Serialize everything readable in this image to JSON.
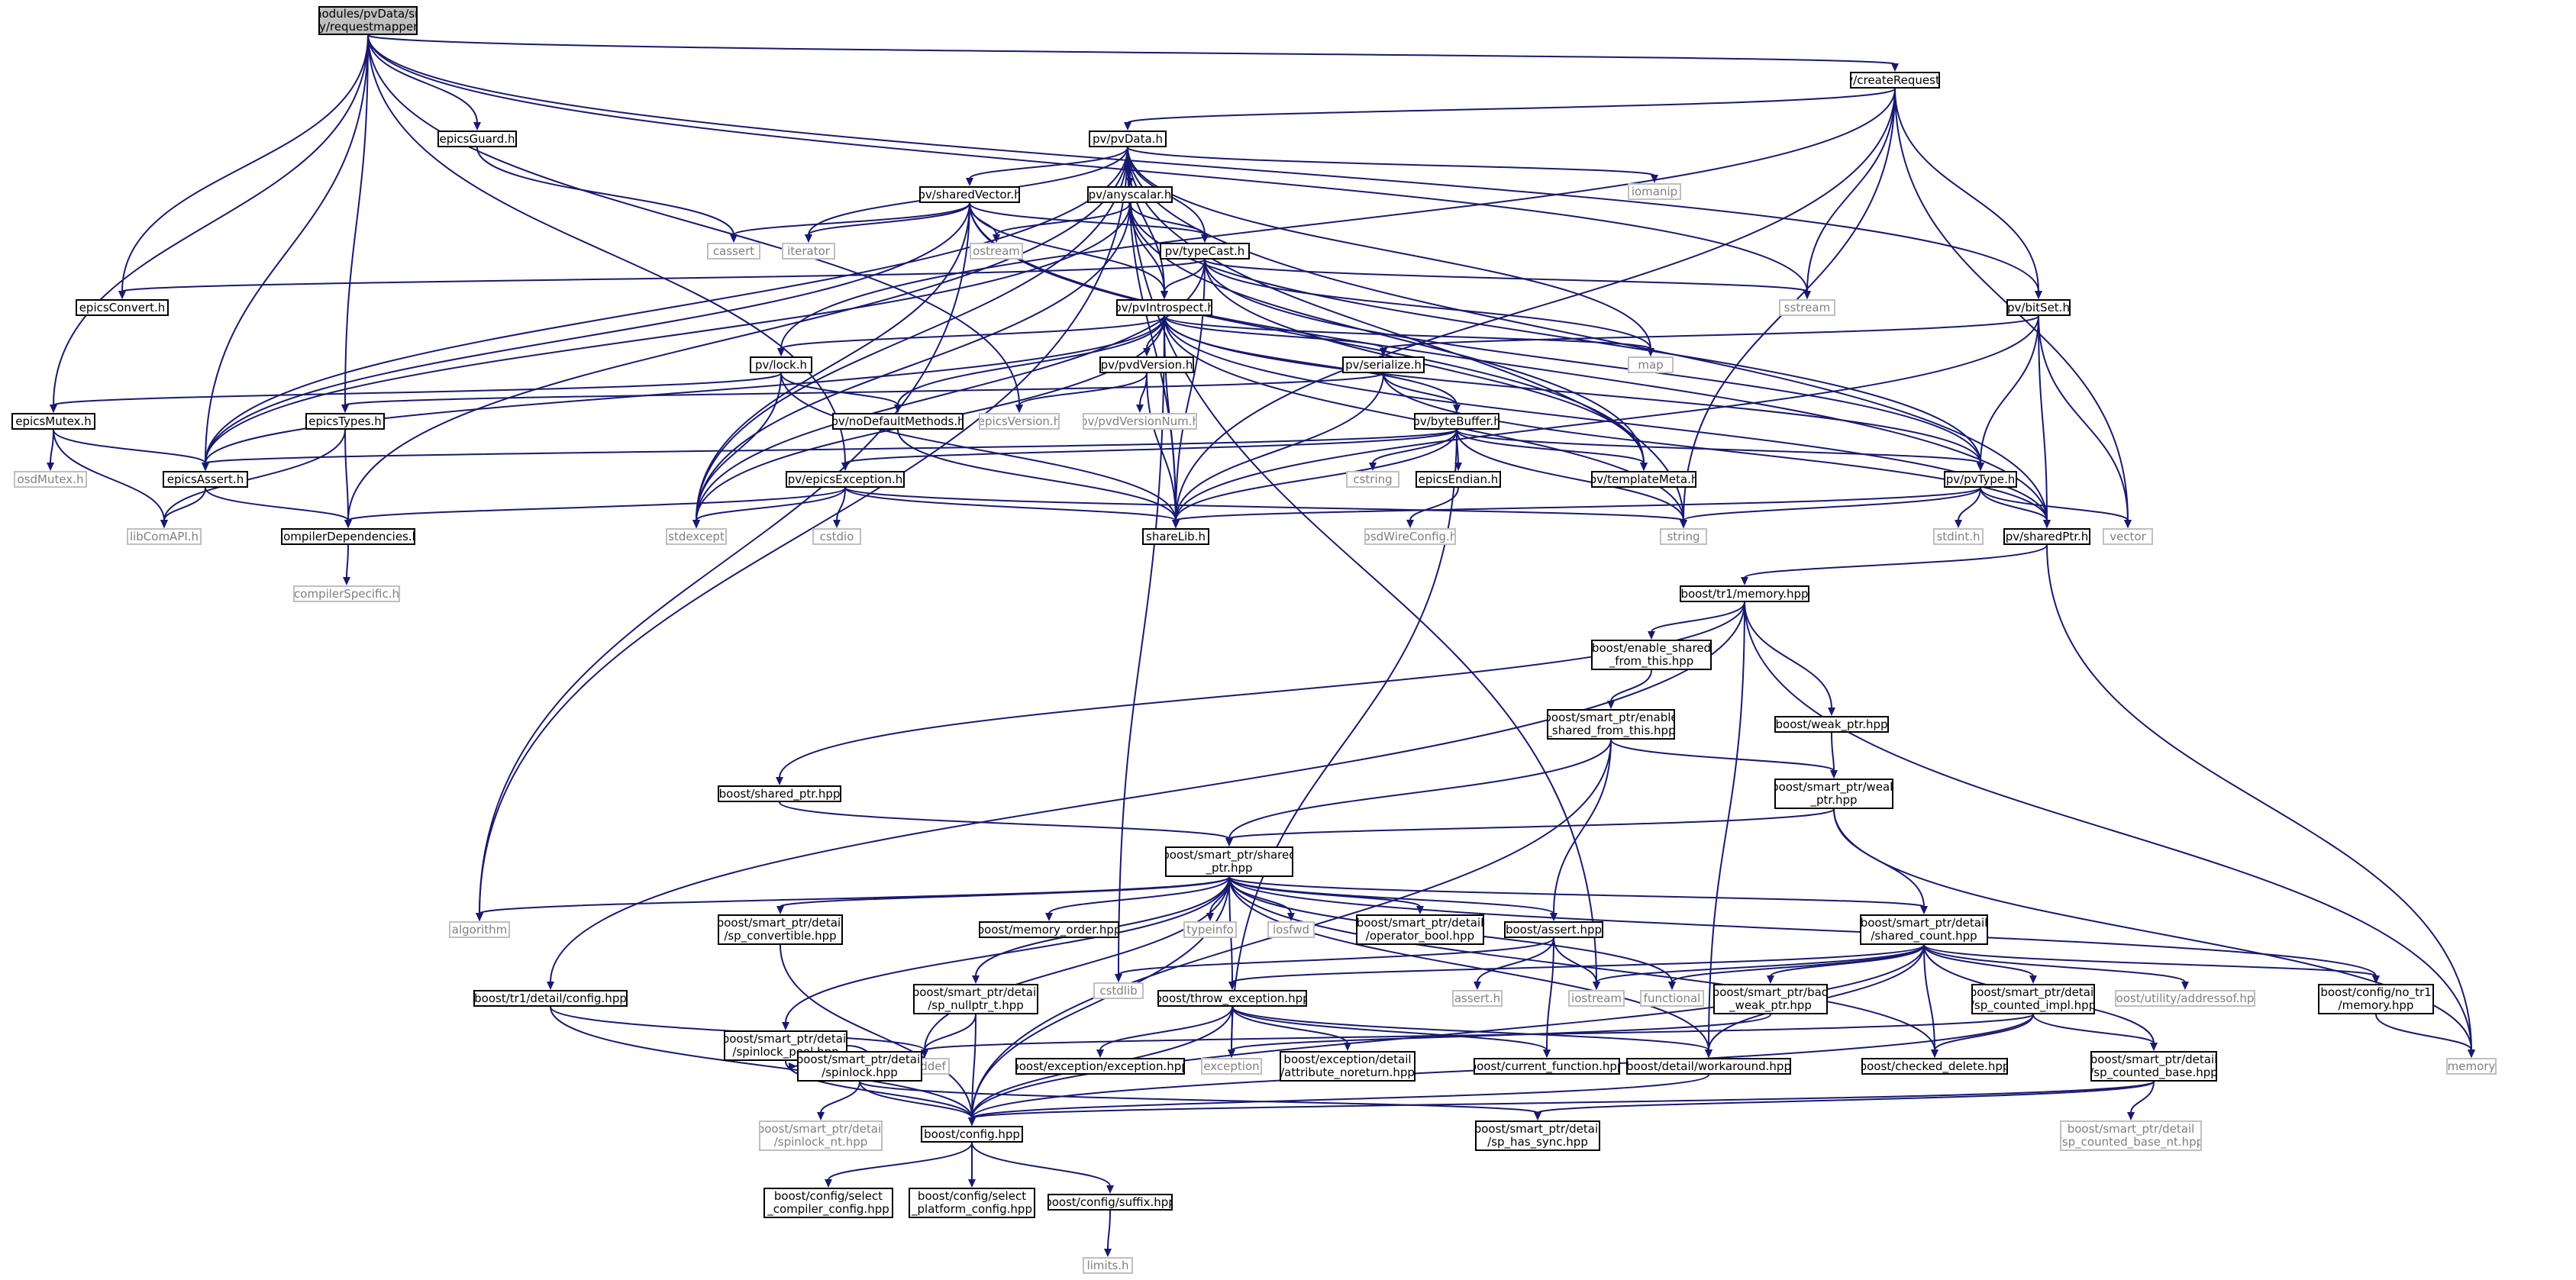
{
  "colors": {
    "edge": "#191970",
    "node_border": "#000000",
    "system_border": "#bfbfbf",
    "system_text": "#7f7f7f",
    "root_fill": "#bfbfbf"
  },
  "nodes": {
    "root": "modules/pvData/src\n/copy/requestmapper.cpp",
    "createRequest": "pv/createRequest.h",
    "pvData": "pv/pvData.h",
    "epicsGuard": "epicsGuard.h",
    "iomanip": "iomanip",
    "sharedVector": "pv/sharedVector.h",
    "anyscalar": "pv/anyscalar.h",
    "cassert": "cassert",
    "iterator": "iterator",
    "ostream": "ostream",
    "typeCast": "pv/typeCast.h",
    "sstream": "sstream",
    "epicsConvert": "epicsConvert.h",
    "pvIntrospect": "pv/pvIntrospect.h",
    "bitSet": "pv/bitSet.h",
    "map": "map",
    "lock": "pv/lock.h",
    "pvdVersion": "pv/pvdVersion.h",
    "serialize": "pv/serialize.h",
    "epicsMutex": "epicsMutex.h",
    "epicsTypes": "epicsTypes.h",
    "noDefaultMethods": "pv/noDefaultMethods.h",
    "epicsVersion": "epicsVersion.h",
    "pvdVersionNum": "pv/pvdVersionNum.h",
    "byteBuffer": "pv/byteBuffer.h",
    "osdMutex": "osdMutex.h",
    "epicsAssert": "epicsAssert.h",
    "epicsException": "pv/epicsException.h",
    "cstring": "cstring",
    "epicsEndian": "epicsEndian.h",
    "templateMeta": "pv/templateMeta.h",
    "pvType": "pv/pvType.h",
    "libComAPI": "libComAPI.h",
    "compilerDependencies": "compilerDependencies.h",
    "stdexcept": "stdexcept",
    "cstdio": "cstdio",
    "shareLib": "shareLib.h",
    "string": "string",
    "osdWireConfig": "osdWireConfig.h",
    "stdint": "stdint.h",
    "sharedPtr": "pv/sharedPtr.h",
    "vector": "vector",
    "compilerSpecific": "compilerSpecific.h",
    "tr1memory": "boost/tr1/memory.hpp",
    "enableSharedFromThis": "boost/enable_shared\n_from_this.hpp",
    "spEnableShared": "boost/smart_ptr/enable\n_shared_from_this.hpp",
    "weakPtr": "boost/weak_ptr.hpp",
    "sharedPtrHpp": "boost/shared_ptr.hpp",
    "spWeakPtr": "boost/smart_ptr/weak\n_ptr.hpp",
    "spSharedPtr": "boost/smart_ptr/shared\n_ptr.hpp",
    "algorithm": "algorithm",
    "spConvertible": "boost/smart_ptr/detail\n/sp_convertible.hpp",
    "memoryOrder": "boost/memory_order.hpp",
    "typeinfo": "typeinfo",
    "iosfwd": "iosfwd",
    "operatorBool": "boost/smart_ptr/detail\n/operator_bool.hpp",
    "boostAssert": "boost/assert.hpp",
    "sharedCount": "boost/smart_ptr/detail\n/shared_count.hpp",
    "cstdlib": "cstdlib",
    "assertH": "assert.h",
    "iostream": "iostream",
    "functional": "functional",
    "badWeakPtr": "boost/smart_ptr/bad\n_weak_ptr.hpp",
    "spCountedImpl": "boost/smart_ptr/detail\n/sp_counted_impl.hpp",
    "addressof": "boost/utility/addressof.hpp",
    "noTr1Memory": "boost/config/no_tr1\n/memory.hpp",
    "tr1Config": "boost/tr1/detail/config.hpp",
    "spinlockPool": "boost/smart_ptr/detail\n/spinlock_pool.hpp",
    "spNullptr": "boost/smart_ptr/detail\n/sp_nullptr_t.hpp",
    "throwException": "boost/throw_exception.hpp",
    "cstddef": "cstddef",
    "exception": "exception",
    "spinlock": "boost/smart_ptr/detail\n/spinlock.hpp",
    "exceptionHpp": "boost/exception/exception.hpp",
    "attrNoreturn": "boost/exception/detail\n/attribute_noreturn.hpp",
    "currentFunction": "boost/current_function.hpp",
    "workaround": "boost/detail/workaround.hpp",
    "checkedDelete": "boost/checked_delete.hpp",
    "spCountedBase": "boost/smart_ptr/detail\n/sp_counted_base.hpp",
    "memory": "memory",
    "spinlockNt": "boost/smart_ptr/detail\n/spinlock_nt.hpp",
    "boostConfig": "boost/config.hpp",
    "spHasSync": "boost/smart_ptr/detail\n/sp_has_sync.hpp",
    "spCountedBaseNt": "boost/smart_ptr/detail\n/sp_counted_base_nt.hpp",
    "selectCompiler": "boost/config/select\n_compiler_config.hpp",
    "selectPlatform": "boost/config/select\n_platform_config.hpp",
    "suffix": "boost/config/suffix.hpp",
    "limits": "limits.h"
  }
}
